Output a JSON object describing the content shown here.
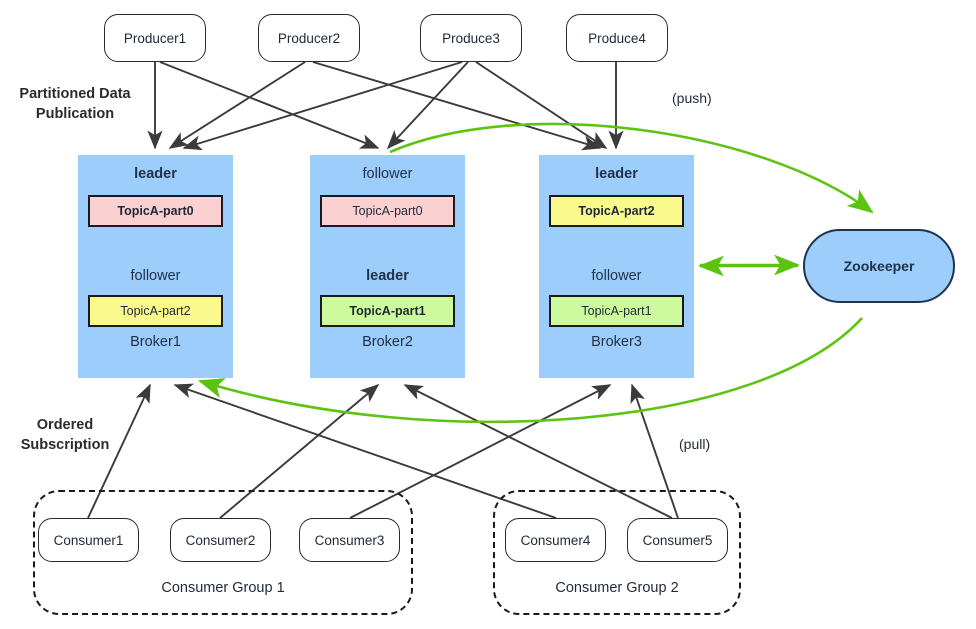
{
  "diagram": {
    "title_labels": {
      "publication": "Partitioned Data\nPublication",
      "subscription": "Ordered\nSubscription",
      "push": "(push)",
      "pull": "(pull)"
    },
    "producers": [
      {
        "label": "Producer1"
      },
      {
        "label": "Producer2"
      },
      {
        "label": "Produce3"
      },
      {
        "label": "Produce4"
      }
    ],
    "brokers": [
      {
        "name": "Broker1",
        "top": {
          "role": "leader",
          "role_bold": true,
          "partition": "TopicA-part0",
          "color": "pink",
          "partition_bold": true
        },
        "bottom": {
          "role": "follower",
          "role_bold": false,
          "partition": "TopicA-part2",
          "color": "yellow",
          "partition_bold": false
        }
      },
      {
        "name": "Broker2",
        "top": {
          "role": "follower",
          "role_bold": false,
          "partition": "TopicA-part0",
          "color": "pink",
          "partition_bold": false
        },
        "bottom": {
          "role": "leader",
          "role_bold": true,
          "partition": "TopicA-part1",
          "color": "green",
          "partition_bold": true
        }
      },
      {
        "name": "Broker3",
        "top": {
          "role": "leader",
          "role_bold": true,
          "partition": "TopicA-part2",
          "color": "yellow",
          "partition_bold": true
        },
        "bottom": {
          "role": "follower",
          "role_bold": false,
          "partition": "TopicA-part1",
          "color": "green",
          "partition_bold": false
        }
      }
    ],
    "zookeeper": {
      "label": "Zookeeper"
    },
    "consumer_groups": [
      {
        "label": "Consumer Group 1",
        "consumers": [
          "Consumer1",
          "Consumer2",
          "Consumer3"
        ]
      },
      {
        "label": "Consumer Group 2",
        "consumers": [
          "Consumer4",
          "Consumer5"
        ]
      }
    ],
    "colors": {
      "broker_fill": "#9DCDFA",
      "partition_pink": "#FAD0D0",
      "partition_yellow": "#FAFA8C",
      "partition_green": "#CCFA9D",
      "arrow_black": "#3b3b3b",
      "arrow_green": "#5BC411",
      "page_background": "#FFFFFF"
    }
  }
}
